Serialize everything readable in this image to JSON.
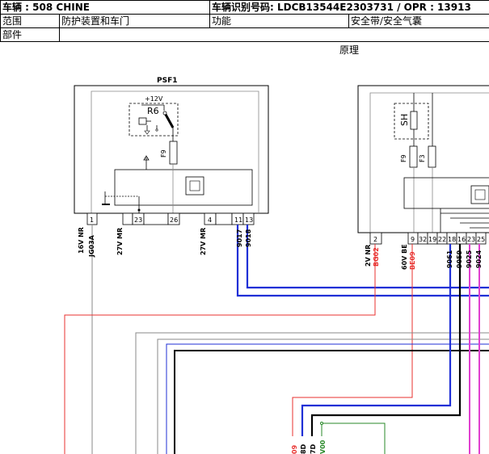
{
  "header": {
    "vehicle_label": "车辆 : 508 CHINE",
    "vin_label": "车辆识别号码: LDCB13544E2303731 / OPR : 13913",
    "scope_label": "范围",
    "scope_value": "防护装置和车门",
    "function_label": "功能",
    "function_value": "安全带/安全气囊",
    "component_label": "部件",
    "component_value": ""
  },
  "diagram": {
    "title": "原理",
    "psf1": {
      "name": "PSF1",
      "relay": "R6",
      "supply": "+12V",
      "fuse": "F9",
      "pins": [
        "1",
        "23",
        "26",
        "4",
        "11",
        "13"
      ]
    },
    "unit2": {
      "switch": "SH",
      "fuses": [
        "F9",
        "F3"
      ],
      "pins": [
        "2",
        "9",
        "32",
        "19",
        "22",
        "18",
        "16",
        "23",
        "25"
      ]
    },
    "wire_labels": [
      {
        "text": "16V NR",
        "color": "#000000"
      },
      {
        "text": "JG03A",
        "color": "#000000"
      },
      {
        "text": "27V MR",
        "color": "#000000"
      },
      {
        "text": "27V MR",
        "color": "#000000"
      },
      {
        "text": "9017",
        "color": "#000000"
      },
      {
        "text": "9018",
        "color": "#000000"
      },
      {
        "text": "2V NR",
        "color": "#000000"
      },
      {
        "text": "BG02",
        "color": "#e8312f"
      },
      {
        "text": "60V BE",
        "color": "#000000"
      },
      {
        "text": "BE09",
        "color": "#e8312f"
      },
      {
        "text": "9061",
        "color": "#000000"
      },
      {
        "text": "9059",
        "color": "#000000"
      },
      {
        "text": "9025",
        "color": "#000000"
      },
      {
        "text": "9024",
        "color": "#000000"
      },
      {
        "text": "09",
        "color": "#e8312f"
      },
      {
        "text": "8D",
        "color": "#000000"
      },
      {
        "text": "7D",
        "color": "#000000"
      },
      {
        "text": "V00",
        "color": "#2a8a2a"
      }
    ],
    "colors": {
      "blue": "#1f2fd6",
      "red": "#e8312f",
      "magenta": "#e040d0",
      "green": "#2a8a2a",
      "gray": "#8a8a8a",
      "black": "#000000"
    }
  }
}
